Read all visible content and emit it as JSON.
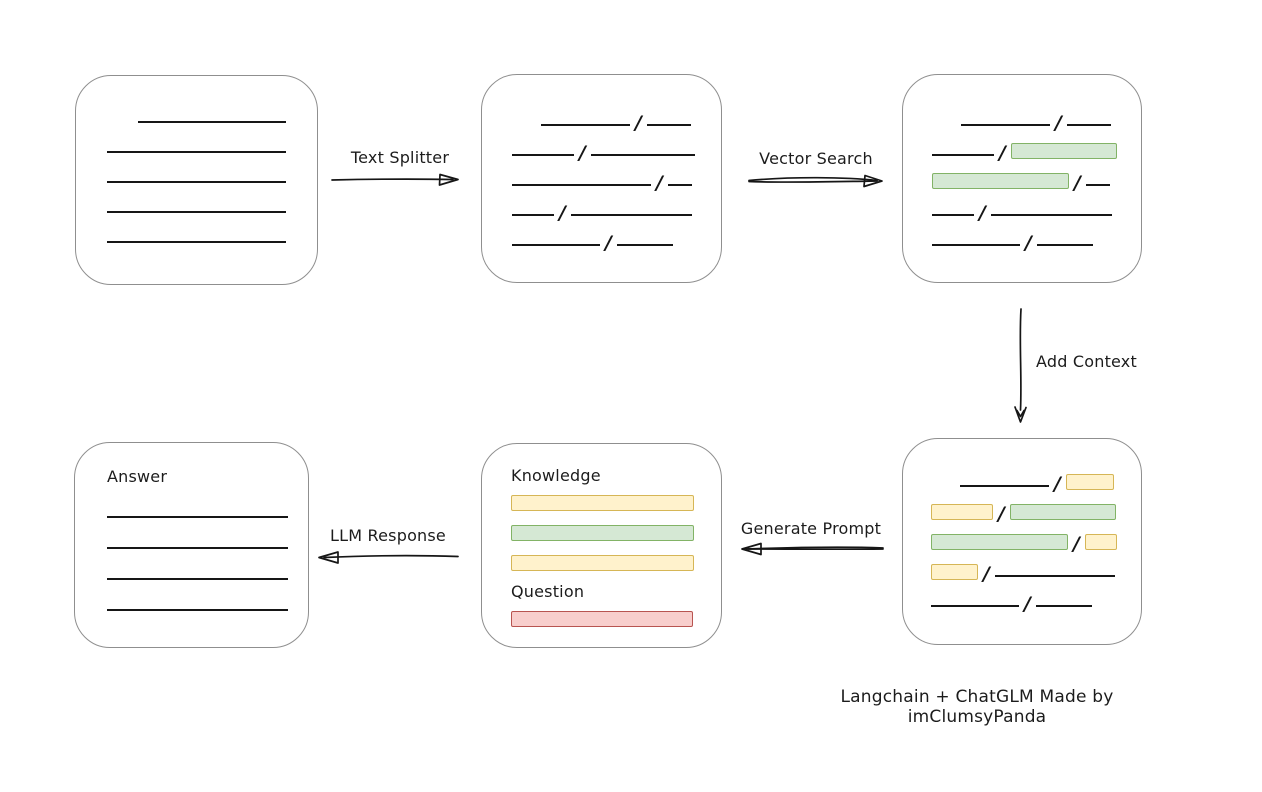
{
  "caption": "Langchain + ChatGLM Made by imClumsyPanda",
  "slash_char": "/",
  "colors": {
    "box_border": "#8f8f8f",
    "line": "#161616",
    "green_fill": "#d5e8d4",
    "green_border": "#82b366",
    "yellow_fill": "#fff2cc",
    "yellow_border": "#d6b656",
    "red_fill": "#f8cecc",
    "red_border": "#b85450"
  },
  "arrows": [
    {
      "id": "text-splitter",
      "label": "Text Splitter",
      "direction": "right"
    },
    {
      "id": "vector-search",
      "label": "Vector Search",
      "direction": "right"
    },
    {
      "id": "add-context",
      "label": "Add Context",
      "direction": "down"
    },
    {
      "id": "generate-prompt",
      "label": "Generate Prompt",
      "direction": "left"
    },
    {
      "id": "llm-response",
      "label": "LLM Response",
      "direction": "left"
    }
  ],
  "boxes": [
    {
      "id": "source-document",
      "rows": [
        [
          {
            "t": "gap",
            "w": 31
          },
          {
            "t": "line",
            "w": 148
          }
        ],
        [
          {
            "t": "line",
            "w": 179
          }
        ],
        [
          {
            "t": "line",
            "w": 179
          }
        ],
        [
          {
            "t": "line",
            "w": 179
          }
        ],
        [
          {
            "t": "line",
            "w": 179
          }
        ]
      ]
    },
    {
      "id": "split-chunks",
      "rows": [
        [
          {
            "t": "gap",
            "w": 29
          },
          {
            "t": "line",
            "w": 89
          },
          {
            "t": "slash"
          },
          {
            "t": "line",
            "w": 44
          }
        ],
        [
          {
            "t": "line",
            "w": 62
          },
          {
            "t": "slash"
          },
          {
            "t": "line",
            "w": 104
          }
        ],
        [
          {
            "t": "line",
            "w": 139
          },
          {
            "t": "slash"
          },
          {
            "t": "line",
            "w": 24
          }
        ],
        [
          {
            "t": "line",
            "w": 42
          },
          {
            "t": "slash"
          },
          {
            "t": "line",
            "w": 121
          }
        ],
        [
          {
            "t": "line",
            "w": 88
          },
          {
            "t": "slash"
          },
          {
            "t": "line",
            "w": 56
          }
        ]
      ]
    },
    {
      "id": "vector-matched-chunks",
      "rows": [
        [
          {
            "t": "gap",
            "w": 29
          },
          {
            "t": "line",
            "w": 89
          },
          {
            "t": "slash"
          },
          {
            "t": "line",
            "w": 44
          }
        ],
        [
          {
            "t": "line",
            "w": 62
          },
          {
            "t": "slash"
          },
          {
            "t": "green",
            "w": 106
          }
        ],
        [
          {
            "t": "green",
            "w": 137
          },
          {
            "t": "slash"
          },
          {
            "t": "line",
            "w": 24
          }
        ],
        [
          {
            "t": "line",
            "w": 42
          },
          {
            "t": "slash"
          },
          {
            "t": "line",
            "w": 121
          }
        ],
        [
          {
            "t": "line",
            "w": 88
          },
          {
            "t": "slash"
          },
          {
            "t": "line",
            "w": 56
          }
        ]
      ]
    },
    {
      "id": "context-chunks",
      "rows": [
        [
          {
            "t": "gap",
            "w": 29
          },
          {
            "t": "line",
            "w": 89
          },
          {
            "t": "slash"
          },
          {
            "t": "yellow",
            "w": 48
          }
        ],
        [
          {
            "t": "yellow",
            "w": 62
          },
          {
            "t": "slash"
          },
          {
            "t": "green",
            "w": 106
          }
        ],
        [
          {
            "t": "green",
            "w": 137
          },
          {
            "t": "slash"
          },
          {
            "t": "yellow",
            "w": 32
          }
        ],
        [
          {
            "t": "yellow",
            "w": 47
          },
          {
            "t": "slash"
          },
          {
            "t": "line",
            "w": 120
          }
        ],
        [
          {
            "t": "line",
            "w": 88
          },
          {
            "t": "slash"
          },
          {
            "t": "line",
            "w": 56
          }
        ]
      ]
    },
    {
      "id": "prompt",
      "labels": {
        "knowledge": "Knowledge",
        "question": "Question"
      },
      "rows": [
        [
          {
            "t": "text",
            "v": "Knowledge"
          }
        ],
        [
          {
            "t": "yellow",
            "w": 183
          }
        ],
        [
          {
            "t": "green",
            "w": 183
          }
        ],
        [
          {
            "t": "yellow",
            "w": 183
          }
        ],
        [
          {
            "t": "text",
            "v": "Question"
          }
        ],
        [
          {
            "t": "red",
            "w": 182
          }
        ]
      ]
    },
    {
      "id": "answer",
      "labels": {
        "answer": "Answer"
      },
      "rows": [
        [
          {
            "t": "text",
            "v": "Answer"
          }
        ],
        [
          {
            "t": "line",
            "w": 181
          }
        ],
        [
          {
            "t": "line",
            "w": 181
          }
        ],
        [
          {
            "t": "line",
            "w": 181
          }
        ],
        [
          {
            "t": "line",
            "w": 181
          }
        ]
      ]
    }
  ]
}
